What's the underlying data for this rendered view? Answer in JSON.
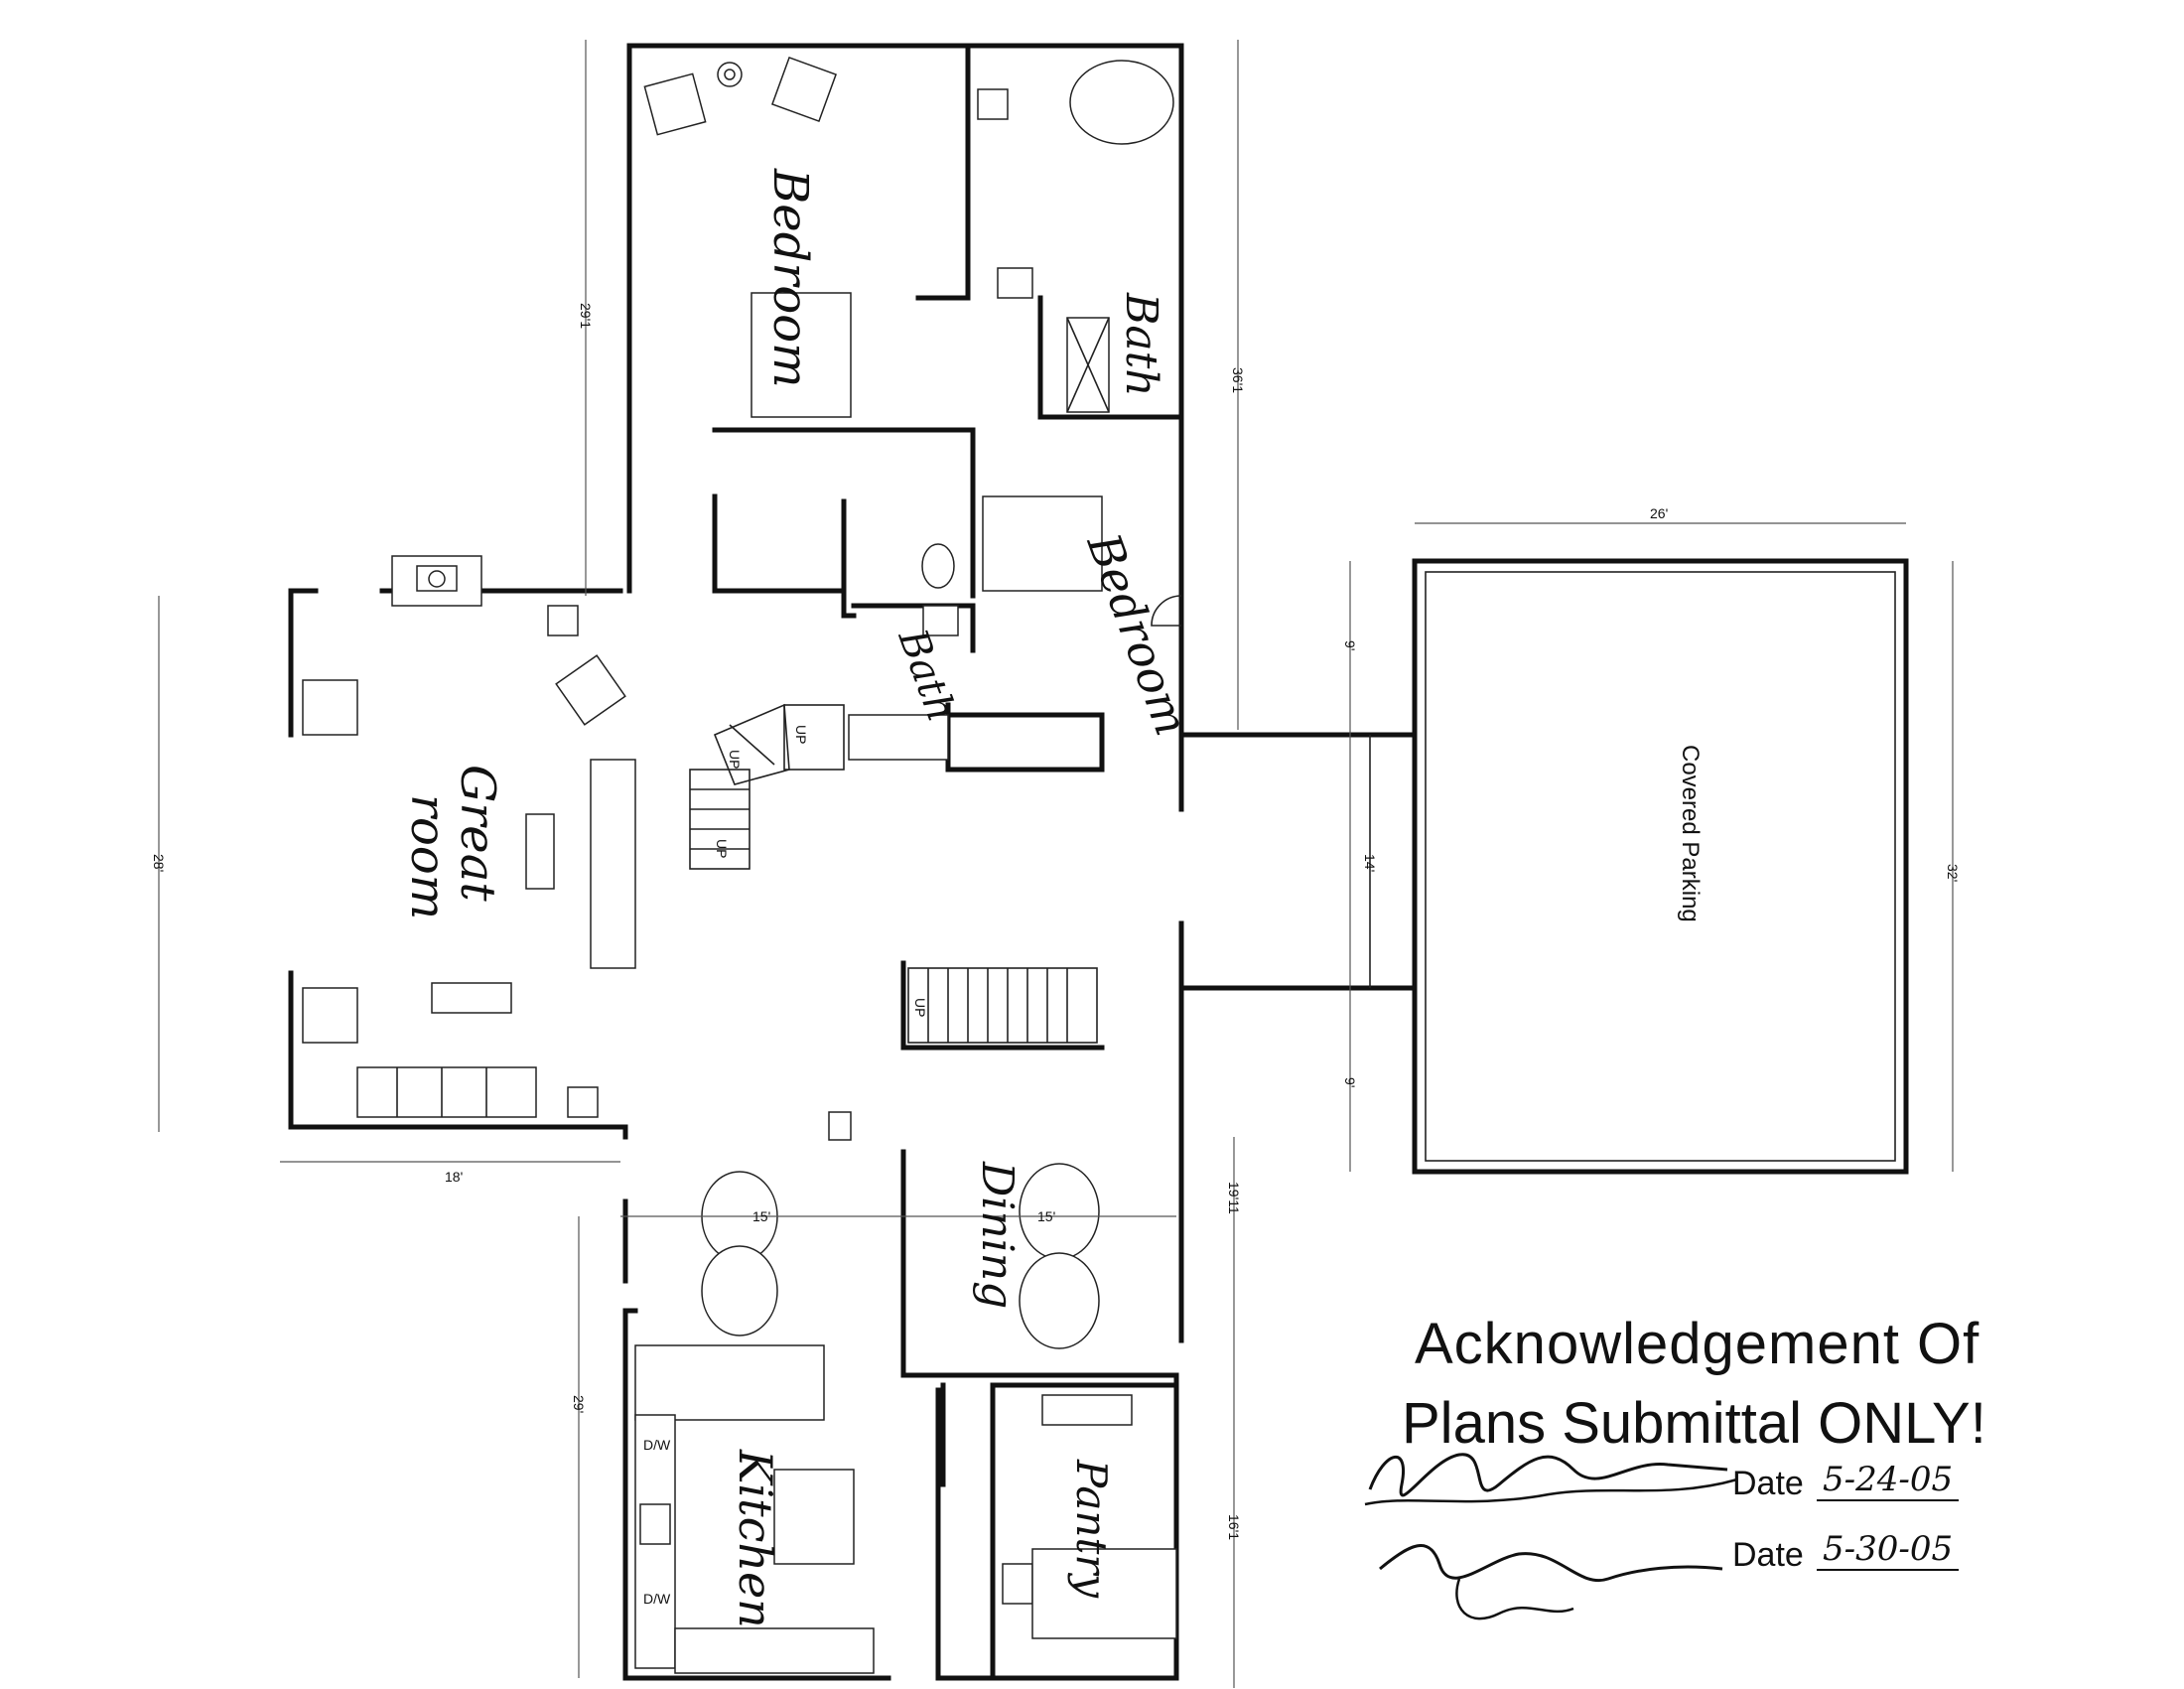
{
  "rooms": {
    "bedroom_1": "Bedroom",
    "bath_1": "Bath",
    "bedroom_2": "Bedroom",
    "bath_2": "Bath",
    "great_room_line1": "Great",
    "great_room_line2": "room",
    "dining": "Dining",
    "kitchen": "Kitchen",
    "pantry": "Pantry",
    "covered_parking": "Covered Parking"
  },
  "dimensions": {
    "d_29_1": "29'1",
    "d_36_1": "36'1",
    "d_26": "26'",
    "d_9_top": "9'",
    "d_14": "14'",
    "d_9_bottom": "9'",
    "d_32": "32'",
    "d_28": "28'",
    "d_18": "18'",
    "d_15_left": "15'",
    "d_15_right": "15'",
    "d_19_11": "19'11",
    "d_29": "29'",
    "d_16_1": "16'1"
  },
  "labels": {
    "up_1": "UP",
    "up_2": "UP",
    "up_3": "UP",
    "up_4": "UP",
    "dw_1": "D/W",
    "dw_2": "D/W"
  },
  "stamp": {
    "line1": "Acknowledgement Of",
    "line2": "Plans Submittal ONLY!",
    "date_label_1": "Date",
    "date_value_1": "5-24-05",
    "date_label_2": "Date",
    "date_value_2": "5-30-05"
  }
}
